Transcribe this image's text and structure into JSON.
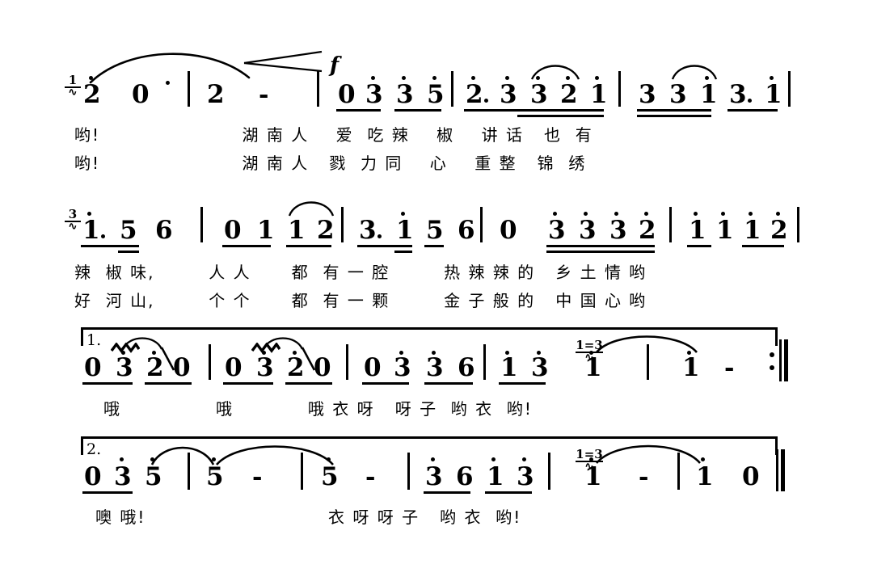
{
  "document": {
    "kind": "jianpu-numbered-musical-notation",
    "language": "zh",
    "ink_color": "#000000",
    "paper_color": "#ffffff"
  },
  "systems": [
    {
      "id": "system-1",
      "start_marker": {
        "upper": "1",
        "lower": "wave",
        "label": "1="
      },
      "dynamic": "f",
      "measures": [
        {
          "id": "m1",
          "notes": [
            {
              "text": "2",
              "octave_up": true,
              "dotted": false,
              "beams": 0
            },
            {
              "text": "0",
              "octave_up": false,
              "dotted": false,
              "beams": 0
            }
          ]
        },
        {
          "id": "m2",
          "notes": [
            {
              "text": "2",
              "octave_up": false,
              "dotted": false,
              "beams": 0
            },
            {
              "text": "-",
              "octave_up": false,
              "dotted": false,
              "beams": 0
            }
          ]
        },
        {
          "id": "m3",
          "notes": [
            {
              "text": "0",
              "octave_up": false,
              "dotted": false,
              "beams": 1
            },
            {
              "text": "3",
              "octave_up": true,
              "dotted": false,
              "beams": 1
            },
            {
              "text": "3",
              "octave_up": true,
              "dotted": false,
              "beams": 1
            },
            {
              "text": "5",
              "octave_up": true,
              "dotted": false,
              "beams": 1
            }
          ]
        },
        {
          "id": "m4",
          "notes": [
            {
              "text": "2",
              "octave_up": true,
              "dotted": true,
              "beams": 1
            },
            {
              "text": "3",
              "octave_up": true,
              "dotted": false,
              "beams": 2
            },
            {
              "text": "3",
              "octave_up": true,
              "dotted": false,
              "beams": 2
            },
            {
              "text": "2",
              "octave_up": true,
              "dotted": false,
              "beams": 2
            },
            {
              "text": "1",
              "octave_up": true,
              "dotted": false,
              "beams": 2
            }
          ]
        },
        {
          "id": "m5",
          "notes": [
            {
              "text": "3",
              "octave_up": false,
              "dotted": false,
              "beams": 2
            },
            {
              "text": "3",
              "octave_up": false,
              "dotted": false,
              "beams": 2
            },
            {
              "text": "1",
              "octave_up": true,
              "dotted": false,
              "beams": 2
            },
            {
              "text": "3",
              "octave_up": false,
              "dotted": true,
              "beams": 1
            },
            {
              "text": "1",
              "octave_up": true,
              "dotted": false,
              "beams": 1
            }
          ]
        }
      ],
      "lyrics": [
        "哟!                     湖 南 人    爱  吃 辣    椒    讲 话   也  有",
        "哟!                     湖 南 人   戮  力 同    心    重 整   锦  绣"
      ]
    },
    {
      "id": "system-2",
      "start_marker": {
        "upper": "3",
        "lower": "wave",
        "label": "3="
      },
      "dynamic": "",
      "measures": [
        {
          "id": "m6",
          "notes": [
            {
              "text": "1",
              "octave_up": true,
              "dotted": true,
              "beams": 1
            },
            {
              "text": "5",
              "octave_up": false,
              "dotted": false,
              "beams": 1
            },
            {
              "text": "6",
              "octave_up": false,
              "dotted": false,
              "beams": 0
            }
          ]
        },
        {
          "id": "m7",
          "notes": [
            {
              "text": "0",
              "octave_up": false,
              "dotted": false,
              "beams": 1
            },
            {
              "text": "1",
              "octave_up": false,
              "dotted": false,
              "beams": 1
            },
            {
              "text": "1",
              "octave_up": false,
              "dotted": false,
              "beams": 1
            },
            {
              "text": "2",
              "octave_up": false,
              "dotted": false,
              "beams": 1
            }
          ]
        },
        {
          "id": "m8",
          "notes": [
            {
              "text": "3",
              "octave_up": false,
              "dotted": true,
              "beams": 1
            },
            {
              "text": "1",
              "octave_up": true,
              "dotted": false,
              "beams": 1
            },
            {
              "text": "5",
              "octave_up": false,
              "dotted": false,
              "beams": 1
            },
            {
              "text": "6",
              "octave_up": false,
              "dotted": false,
              "beams": 0
            }
          ]
        },
        {
          "id": "m9",
          "notes": [
            {
              "text": "0",
              "octave_up": false,
              "dotted": false,
              "beams": 0
            },
            {
              "text": "3",
              "octave_up": true,
              "dotted": false,
              "beams": 2
            },
            {
              "text": "3",
              "octave_up": true,
              "dotted": false,
              "beams": 2
            },
            {
              "text": "3",
              "octave_up": true,
              "dotted": false,
              "beams": 2
            },
            {
              "text": "2",
              "octave_up": true,
              "dotted": false,
              "beams": 2
            }
          ]
        },
        {
          "id": "m10",
          "notes": [
            {
              "text": "1",
              "octave_up": true,
              "dotted": false,
              "beams": 1
            },
            {
              "text": "1",
              "octave_up": true,
              "dotted": false,
              "beams": 1
            },
            {
              "text": "1",
              "octave_up": true,
              "dotted": false,
              "beams": 1
            },
            {
              "text": "2",
              "octave_up": true,
              "dotted": false,
              "beams": 1
            }
          ]
        }
      ],
      "lyrics": [
        "辣  椒 味,        人 人      都  有 一 腔        热 辣 辣 的   乡 土 情 哟",
        "好  河 山,        个 个      都  有 一 颗        金 子 般 的   中 国 心 哟"
      ]
    },
    {
      "id": "system-3",
      "volta": "1.",
      "measures": [
        {
          "id": "m11",
          "notes": [
            {
              "text": "0",
              "octave_up": false,
              "dotted": false,
              "beams": 1
            },
            {
              "text": "3",
              "octave_up": true,
              "dotted": false,
              "beams": 1,
              "mordent": true
            },
            {
              "text": "2",
              "octave_up": true,
              "dotted": false,
              "beams": 1,
              "portamento": true
            },
            {
              "text": "0",
              "octave_up": false,
              "dotted": false,
              "beams": 1
            }
          ]
        },
        {
          "id": "m12",
          "notes": [
            {
              "text": "0",
              "octave_up": false,
              "dotted": false,
              "beams": 1
            },
            {
              "text": "3",
              "octave_up": true,
              "dotted": false,
              "beams": 1,
              "mordent": true
            },
            {
              "text": "2",
              "octave_up": true,
              "dotted": false,
              "beams": 1,
              "portamento": true
            },
            {
              "text": "0",
              "octave_up": false,
              "dotted": false,
              "beams": 1
            }
          ]
        },
        {
          "id": "m13",
          "notes": [
            {
              "text": "0",
              "octave_up": false,
              "dotted": false,
              "beams": 1
            },
            {
              "text": "3",
              "octave_up": true,
              "dotted": false,
              "beams": 1
            },
            {
              "text": "3",
              "octave_up": true,
              "dotted": false,
              "beams": 1
            },
            {
              "text": "6",
              "octave_up": false,
              "dotted": false,
              "beams": 1
            }
          ]
        },
        {
          "id": "m14",
          "notes": [
            {
              "text": "1",
              "octave_up": true,
              "dotted": false,
              "beams": 1
            },
            {
              "text": "3",
              "octave_up": true,
              "dotted": false,
              "beams": 1
            }
          ]
        },
        {
          "id": "m15",
          "key_change": {
            "upper": "1",
            "lower": "3",
            "label": "1=3",
            "octave_up_upper": true,
            "octave_up_lower": true
          },
          "notes": [
            {
              "text": "1",
              "octave_up": true,
              "dotted": false,
              "beams": 0
            }
          ]
        },
        {
          "id": "m16",
          "notes": [
            {
              "text": "1",
              "octave_up": true,
              "dotted": false,
              "beams": 0
            },
            {
              "text": "-",
              "octave_up": false,
              "dotted": false,
              "beams": 0
            }
          ]
        }
      ],
      "end_barline": "repeat-end",
      "lyrics": [
        "哦              哦           哦 衣 呀   呀 子  哟 衣  哟!"
      ]
    },
    {
      "id": "system-4",
      "volta": "2.",
      "measures": [
        {
          "id": "m17",
          "notes": [
            {
              "text": "0",
              "octave_up": false,
              "dotted": false,
              "beams": 1
            },
            {
              "text": "3",
              "octave_up": true,
              "dotted": false,
              "beams": 1
            },
            {
              "text": "5",
              "octave_up": true,
              "dotted": false,
              "beams": 0
            }
          ]
        },
        {
          "id": "m18",
          "notes": [
            {
              "text": "5",
              "octave_up": true,
              "dotted": false,
              "beams": 0
            },
            {
              "text": "-",
              "octave_up": false,
              "dotted": false,
              "beams": 0
            }
          ]
        },
        {
          "id": "m19",
          "notes": [
            {
              "text": "5",
              "octave_up": true,
              "dotted": false,
              "beams": 0
            },
            {
              "text": "-",
              "octave_up": false,
              "dotted": false,
              "beams": 0
            }
          ]
        },
        {
          "id": "m20",
          "notes": [
            {
              "text": "3",
              "octave_up": true,
              "dotted": false,
              "beams": 1
            },
            {
              "text": "6",
              "octave_up": false,
              "dotted": false,
              "beams": 1
            },
            {
              "text": "1",
              "octave_up": true,
              "dotted": false,
              "beams": 1
            },
            {
              "text": "3",
              "octave_up": true,
              "dotted": false,
              "beams": 1
            }
          ]
        },
        {
          "id": "m21",
          "key_change": {
            "upper": "1",
            "lower": "3",
            "label": "1=3",
            "octave_up_upper": true,
            "octave_up_lower": true
          },
          "notes": [
            {
              "text": "1",
              "octave_up": true,
              "dotted": false,
              "beams": 0
            },
            {
              "text": "-",
              "octave_up": false,
              "dotted": false,
              "beams": 0
            }
          ]
        },
        {
          "id": "m22",
          "notes": [
            {
              "text": "1",
              "octave_up": true,
              "dotted": false,
              "beams": 0
            },
            {
              "text": "0",
              "octave_up": false,
              "dotted": false,
              "beams": 0
            }
          ]
        }
      ],
      "end_barline": "final",
      "lyrics": [
        "噢 哦!                           衣 呀 呀 子   哟 衣  哟!"
      ]
    }
  ]
}
